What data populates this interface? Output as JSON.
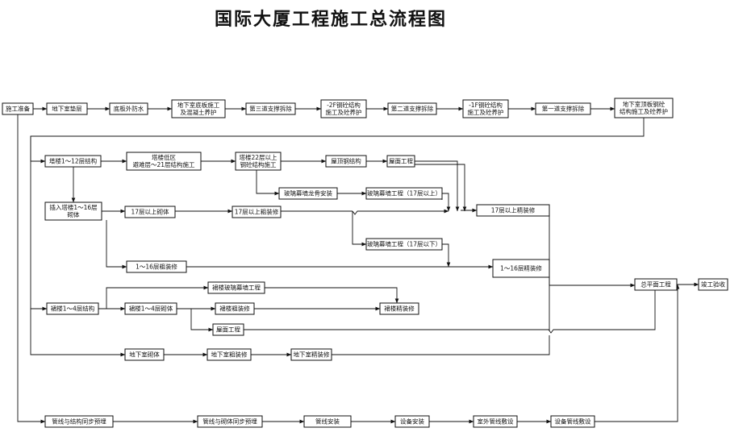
{
  "title": "国际大厦工程施工总流程图",
  "nodes": {
    "n1": [
      "施工准备"
    ],
    "n2": [
      "地下室垫层"
    ],
    "n3": [
      "底板外防水"
    ],
    "n4": [
      "地下室底板施工",
      "及混凝土养护"
    ],
    "n5": [
      "第三道支撑拆除"
    ],
    "n6": [
      "-2F钢砼结构",
      "施工及砼养护"
    ],
    "n7": [
      "第二道支撑拆除"
    ],
    "n8": [
      "-1F钢砼结构",
      "施工及砼养护"
    ],
    "n9": [
      "第一道支撑拆除"
    ],
    "n10": [
      "地下室顶板钢砼",
      "结构施工及砼养护"
    ],
    "n11": [
      "塔楼1～12层结构"
    ],
    "n12": [
      "塔楼低区",
      "避难层～21层结构施工"
    ],
    "n13": [
      "塔楼22层以上",
      "钢砼结构施工"
    ],
    "n14": [
      "屋顶钢结构"
    ],
    "n15": [
      "屋面工程"
    ],
    "n16": [
      "玻璃幕墙龙骨安装"
    ],
    "n17": [
      "玻璃幕墙工程（17层以上）"
    ],
    "n18": [
      "插入塔楼1～16层",
      "砌体"
    ],
    "n19": [
      "17层以上砌体"
    ],
    "n20": [
      "17层以上粗装修"
    ],
    "n21": [
      "17层以上精装修"
    ],
    "n22": [
      "玻璃幕墙工程（17层以下）"
    ],
    "n23": [
      "1～16层粗装修"
    ],
    "n24": [
      "1～16层精装修"
    ],
    "n25": [
      "裙楼玻璃幕墙工程"
    ],
    "n26": [
      "总平面工程"
    ],
    "n27": [
      "竣工验收"
    ],
    "n28": [
      "裙楼1～4层结构"
    ],
    "n29": [
      "裙楼1～4层砌体"
    ],
    "n30": [
      "裙楼粗装修"
    ],
    "n31": [
      "裙楼精装修"
    ],
    "n32": [
      "屋面工程"
    ],
    "n33": [
      "地下室砌体"
    ],
    "n34": [
      "地下室粗装修"
    ],
    "n35": [
      "地下室精装修"
    ],
    "n36": [
      "管线与结构同步预埋"
    ],
    "n37": [
      "管线与砌体同步预埋"
    ],
    "n38": [
      "管线安装"
    ],
    "n39": [
      "设备安装"
    ],
    "n40": [
      "室外管线敷设"
    ],
    "n41": [
      "设备管线敷设"
    ]
  }
}
